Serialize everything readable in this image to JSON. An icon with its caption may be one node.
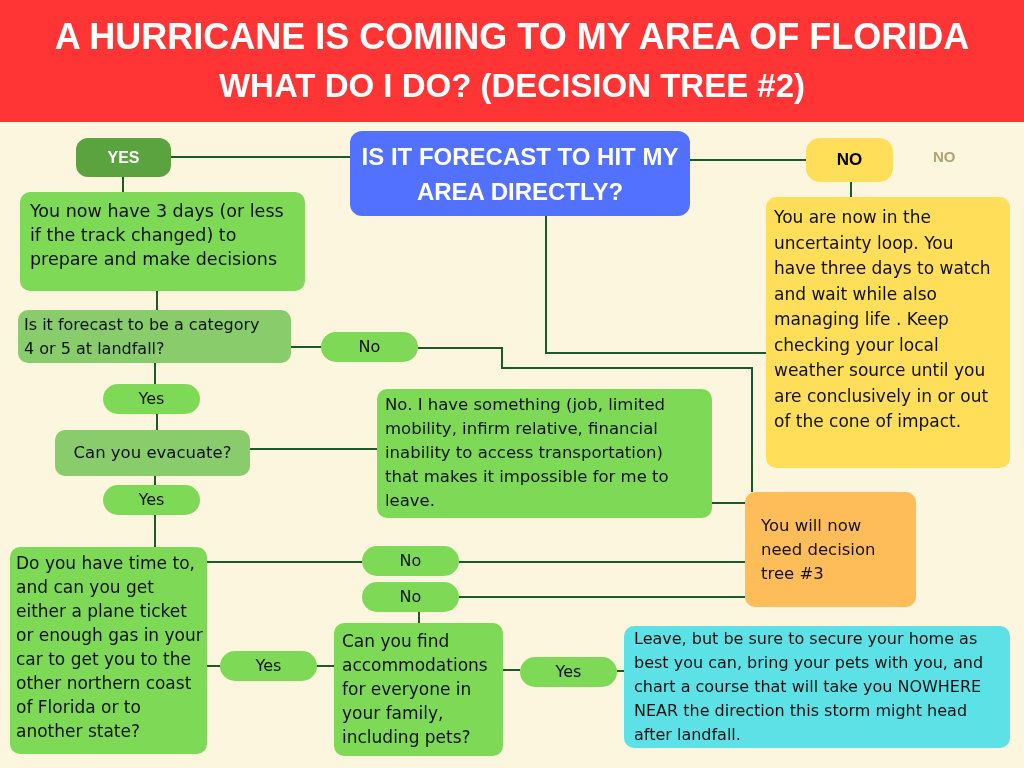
{
  "diagram": {
    "title": "A HURRICANE IS COMING TO MY AREA OF FLORIDA",
    "nodes": [
      {
        "text": [
          "IS IT FORECAST TO HIT MY AREA DIRECTLY?"
        ]
      },
      {
        "text": [
          "YES"
        ]
      },
      {
        "text": [
          "NO"
        ]
      },
      {
        "text": [
          "You now have 3 days (or less if the track changed) to prepare and make decisions"
        ]
      },
      {
        "text": [
          "You are now in the uncertainty loop. You have three days to watch and wait while also managing life . Keep checking your local weather source until you are conclusively in or out of the cone of impact."
        ]
      },
      {
        "text": [
          "Is it forecast to be a category 4 or 5 at landfall?"
        ]
      },
      {
        "text": [
          "No"
        ]
      },
      {
        "text": [
          "Yes"
        ]
      },
      {
        "text": [
          "Can you evacuate?"
        ]
      },
      {
        "text": [
          "No. I have something (job, limited mobility, infirm relative, financial inability to access transportation) that makes it impossible for me to leave."
        ]
      },
      {
        "text": [
          "Yes"
        ]
      },
      {
        "text": [
          "You will now need decision tree #3"
        ]
      },
      {
        "text": [
          "Do you have time to, and can you get either a plane ticket or enough gas in your car to get you to the other northern coast of Florida or to another state?"
        ]
      },
      {
        "text": [
          "No"
        ]
      },
      {
        "text": [
          "No"
        ]
      },
      {
        "text": [
          "Yes"
        ]
      },
      {
        "text": [
          "Can you find accommodations for everyone in your family, including pets?"
        ]
      },
      {
        "text": [
          "Yes"
        ]
      },
      {
        "text": [
          "Leave, but be sure to secure your home as best you can, bring your pets with you, and chart a course that will take you NOWHERE NEAR the direction this storm might head after landfall."
        ]
      }
    ],
    "edges": [
      {
        "from": 0,
        "to": 1,
        "arrow": "none"
      },
      {
        "from": 0,
        "to": 2,
        "arrow": "none"
      },
      {
        "from": 1,
        "to": 3,
        "arrow": "none"
      },
      {
        "from": 2,
        "to": 4,
        "arrow": "none"
      },
      {
        "from": 3,
        "to": 5,
        "arrow": "none"
      },
      {
        "from": 4,
        "to": 0,
        "arrow": "none"
      },
      {
        "from": 5,
        "to": 6,
        "arrow": "none"
      },
      {
        "from": 6,
        "to": 11,
        "arrow": "none"
      },
      {
        "from": 5,
        "to": 7,
        "arrow": "none"
      },
      {
        "from": 7,
        "to": 8,
        "arrow": "none"
      },
      {
        "from": 8,
        "to": 9,
        "arrow": "none"
      },
      {
        "from": 9,
        "to": 11,
        "arrow": "none"
      },
      {
        "from": 8,
        "to": 10,
        "arrow": "none"
      },
      {
        "from": 10,
        "to": 12,
        "arrow": "none"
      },
      {
        "from": 12,
        "to": 13,
        "arrow": "none"
      },
      {
        "from": 13,
        "to": 11,
        "arrow": "none"
      },
      {
        "from": 14,
        "to": 11,
        "arrow": "none"
      },
      {
        "from": 16,
        "to": 14,
        "arrow": "none"
      },
      {
        "from": 12,
        "to": 15,
        "arrow": "none"
      },
      {
        "from": 15,
        "to": 16,
        "arrow": "none"
      },
      {
        "from": 16,
        "to": 17,
        "arrow": "none"
      },
      {
        "from": 17,
        "to": 18,
        "arrow": "none"
      }
    ],
    "labels": [
      "WHAT DO I DO? (DECISION TREE #2)",
      "NO"
    ]
  }
}
